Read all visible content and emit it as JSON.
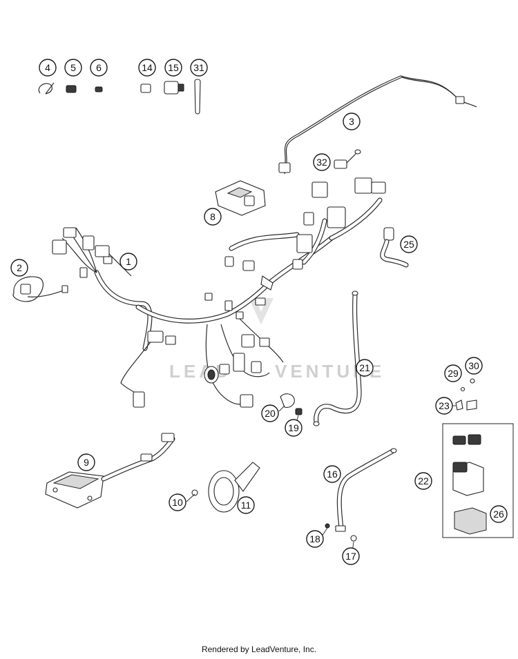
{
  "watermark": {
    "left": "LEAD",
    "right": "VENTURE"
  },
  "footer": {
    "credit": "Rendered by LeadVenture, Inc."
  },
  "callouts": [
    "1",
    "2",
    "3",
    "4",
    "5",
    "6",
    "8",
    "9",
    "10",
    "11",
    "14",
    "15",
    "16",
    "17",
    "18",
    "19",
    "20",
    "21",
    "22",
    "23",
    "25",
    "26",
    "29",
    "30",
    "31",
    "32"
  ]
}
